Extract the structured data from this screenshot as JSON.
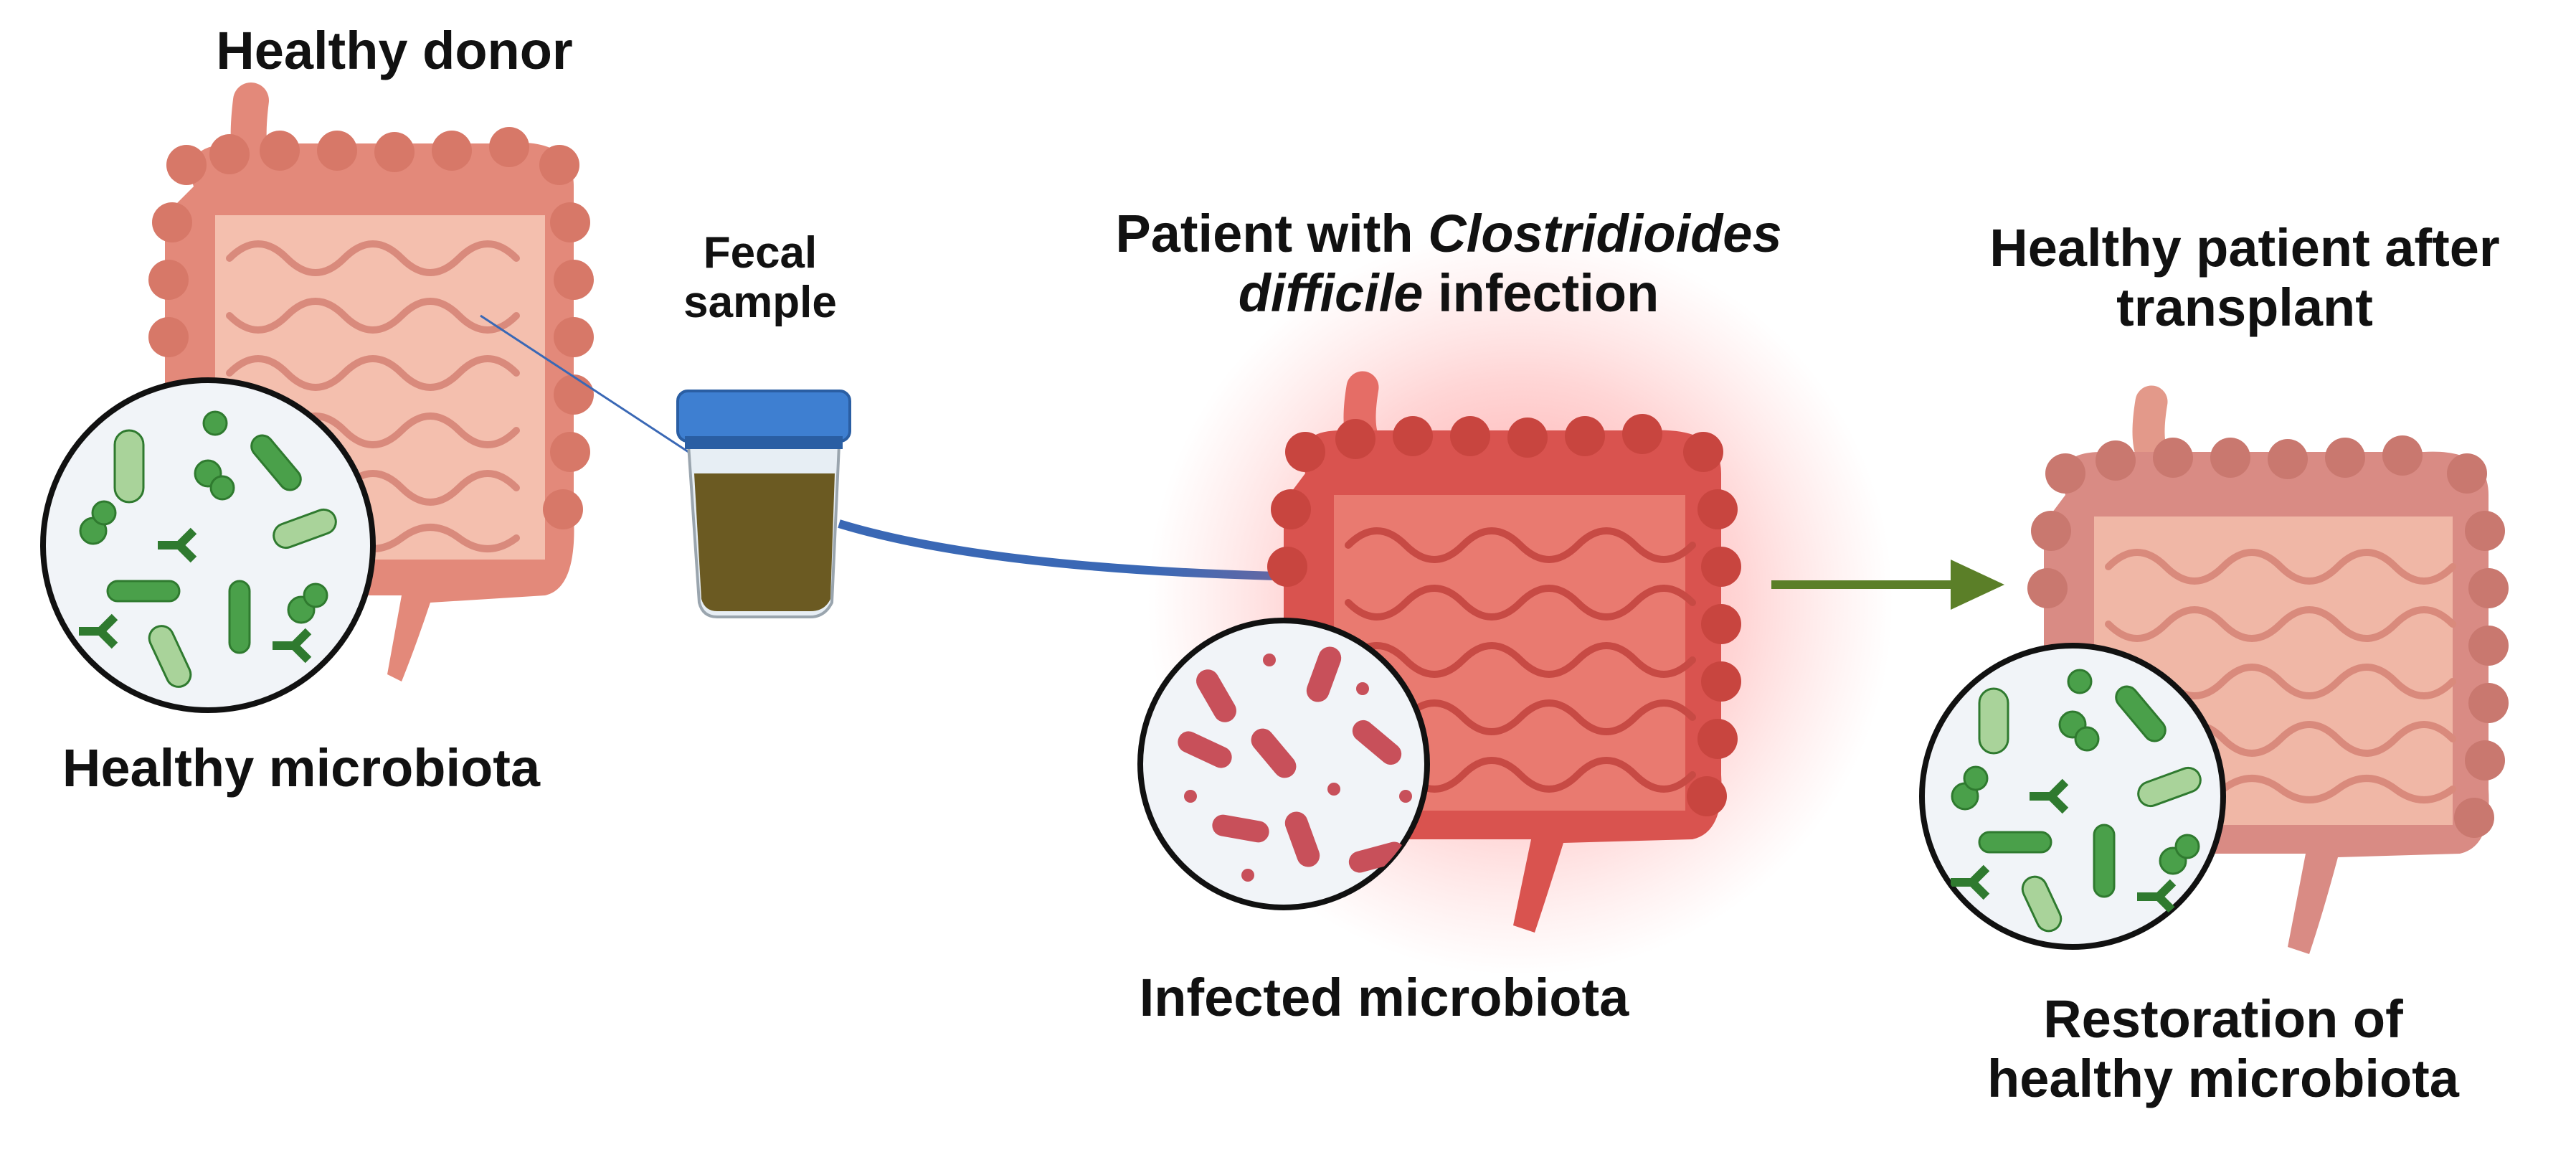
{
  "labels": {
    "donor": "Healthy donor",
    "fecal_line1": "Fecal",
    "fecal_line2": "sample",
    "patient_line1_a": "Patient with ",
    "patient_line1_b": "Clostridioides",
    "patient_line2_a": "difficile",
    "patient_line2_b": " infection",
    "after_line1": "Healthy patient after",
    "after_line2": "transplant",
    "healthy_microbiota": "Healthy microbiota",
    "infected_microbiota": "Infected microbiota",
    "restoration_line1": "Restoration of",
    "restoration_line2": "healthy microbiota"
  },
  "colors": {
    "colon_healthy": "#e3897a",
    "colon_healthy_inner": "#f4bfae",
    "colon_infected": "#d9534f",
    "colon_infected_inner": "#e97a70",
    "glow": "#ff4d4d",
    "microbe_green": "#4aa04a",
    "microbe_red": "#c8505a",
    "circle_bg": "#f1f4f8",
    "arrow_blue": "#3a68b5",
    "arrow_green": "#5b7f28",
    "stool": "#6b5a22",
    "lid": "#3e7fd1"
  }
}
